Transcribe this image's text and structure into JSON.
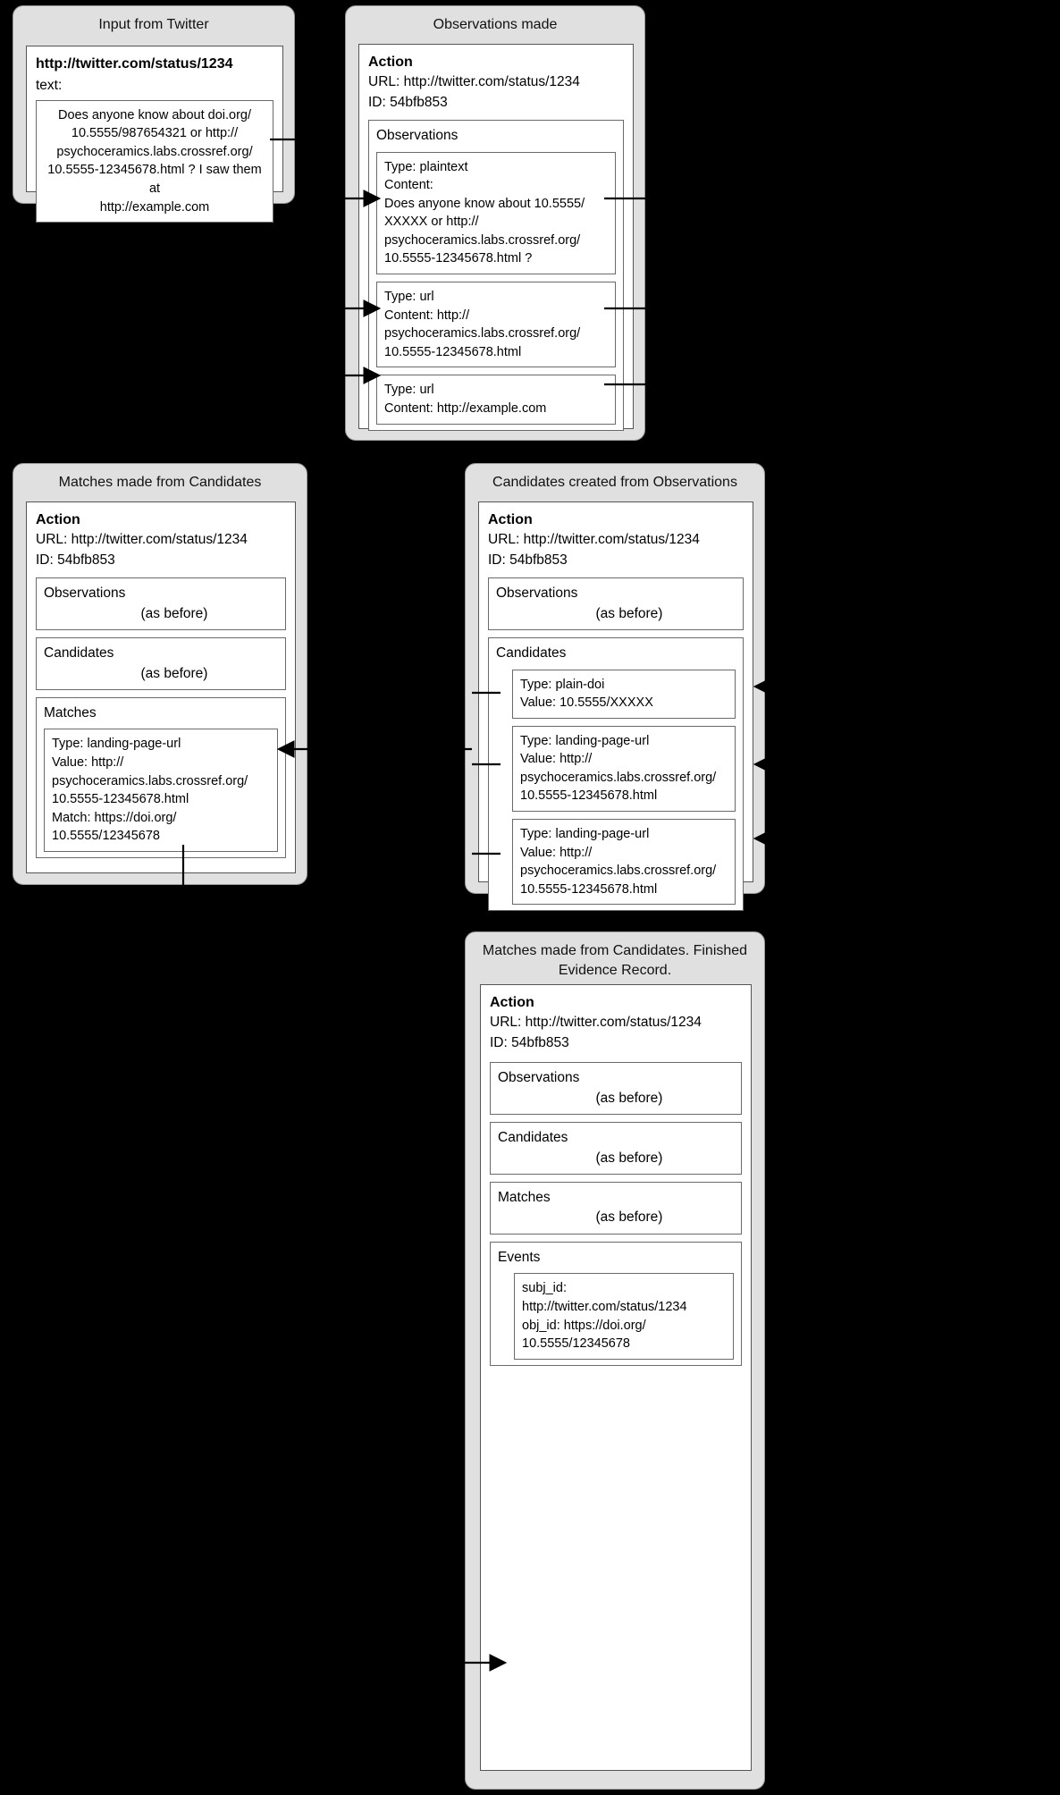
{
  "panels": {
    "input": {
      "title": "Input from Twitter",
      "url": "http://twitter.com/status/1234",
      "text_label": "text:",
      "tweet_text": "Does anyone know about doi.org/\n10.5555/987654321 or http://\npsychoceramics.labs.crossref.org/\n10.5555-12345678.html ? I saw them at\nhttp://example.com"
    },
    "observations": {
      "title": "Observations made",
      "action_label": "Action",
      "url_line": "URL: http://twitter.com/status/1234",
      "id_line": "ID: 54bfb853",
      "section_label": "Observations",
      "items": [
        "Type: plaintext\nContent:\nDoes anyone know about 10.5555/\nXXXXX or http://\npsychoceramics.labs.crossref.org/\n10.5555-12345678.html ?",
        "Type: url\nContent: http://\npsychoceramics.labs.crossref.org/\n10.5555-12345678.html",
        "Type: url\nContent: http://example.com"
      ]
    },
    "candidates": {
      "title": "Candidates created from Observations",
      "action_label": "Action",
      "url_line": "URL: http://twitter.com/status/1234",
      "id_line": "ID: 54bfb853",
      "observations_label": "Observations",
      "observations_value": "(as before)",
      "candidates_label": "Candidates",
      "items": [
        "Type: plain-doi\nValue: 10.5555/XXXXX",
        "Type: landing-page-url\nValue: http://\npsychoceramics.labs.crossref.org/\n10.5555-12345678.html",
        "Type: landing-page-url\nValue: http://\npsychoceramics.labs.crossref.org/\n10.5555-12345678.html"
      ]
    },
    "matches": {
      "title": "Matches made from Candidates",
      "action_label": "Action",
      "url_line": "URL: http://twitter.com/status/1234",
      "id_line": "ID: 54bfb853",
      "observations_label": "Observations",
      "observations_value": "(as before)",
      "candidates_label": "Candidates",
      "candidates_value": "(as before)",
      "matches_label": "Matches",
      "items": [
        "Type: landing-page-url\nValue: http://\npsychoceramics.labs.crossref.org/\n10.5555-12345678.html\nMatch: https://doi.org/\n10.5555/12345678"
      ]
    },
    "evidence": {
      "title": "Matches made from Candidates. Finished\nEvidence Record.",
      "action_label": "Action",
      "url_line": "URL: http://twitter.com/status/1234",
      "id_line": "ID: 54bfb853",
      "observations_label": "Observations",
      "observations_value": "(as before)",
      "candidates_label": "Candidates",
      "candidates_value": "(as before)",
      "matches_label": "Matches",
      "matches_value": "(as before)",
      "events_label": "Events",
      "items": [
        "subj_id: http://twitter.com/status/1234\nobj_id: https://doi.org/\n10.5555/12345678"
      ]
    }
  },
  "colors": {
    "panel_fill": "#e0e0e0",
    "panel_border": "#9a9a9a",
    "box_border": "#555555",
    "background": "#000000",
    "text": "#000000"
  }
}
